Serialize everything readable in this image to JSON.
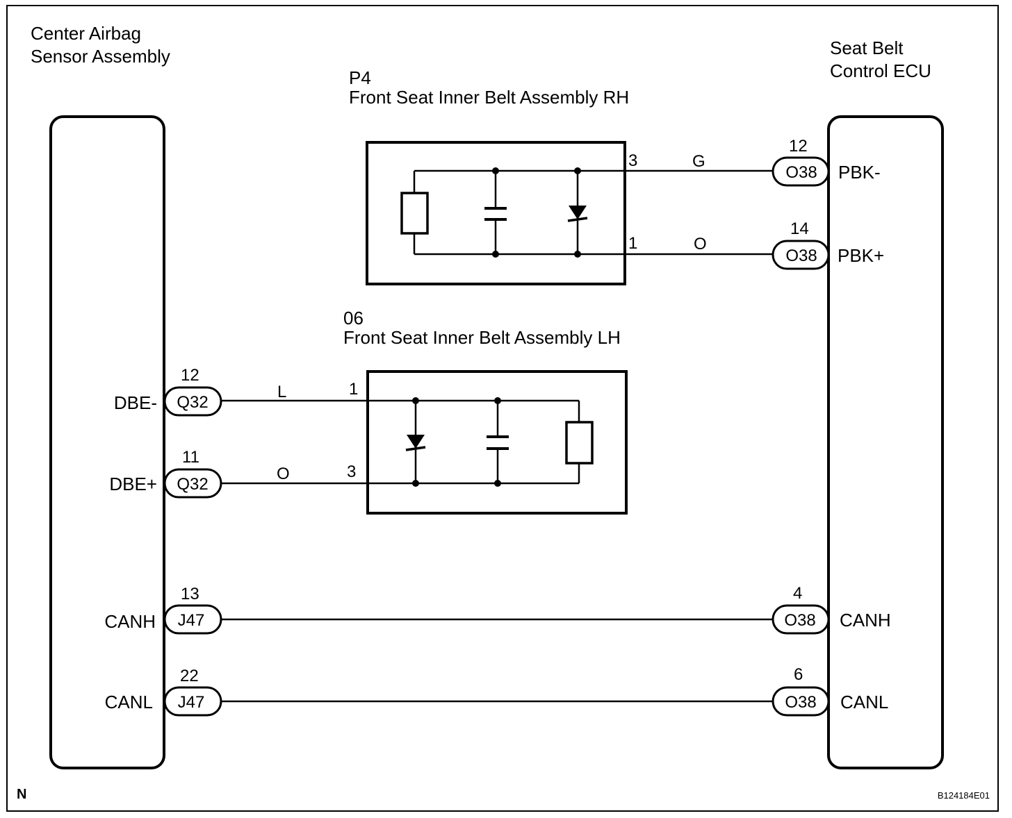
{
  "left_unit": {
    "line1": "Center Airbag",
    "line2": "Sensor Assembly"
  },
  "right_unit": {
    "line1": "Seat Belt",
    "line2": "Control ECU"
  },
  "rh_assembly": {
    "code": "P4",
    "name": "Front Seat Inner Belt Assembly RH"
  },
  "lh_assembly": {
    "code": "06",
    "name": "Front Seat Inner Belt Assembly LH"
  },
  "rh_pins": {
    "top": "3",
    "bottom": "1"
  },
  "lh_pins": {
    "top": "1",
    "bottom": "3"
  },
  "left_connectors": [
    {
      "signal": "DBE-",
      "connector": "Q32",
      "pin": "12"
    },
    {
      "signal": "DBE+",
      "connector": "Q32",
      "pin": "11"
    },
    {
      "signal": "CANH",
      "connector": "J47",
      "pin": "13"
    },
    {
      "signal": "CANL",
      "connector": "J47",
      "pin": "22"
    }
  ],
  "right_connectors": [
    {
      "signal": "PBK-",
      "connector": "O38",
      "pin": "12"
    },
    {
      "signal": "PBK+",
      "connector": "O38",
      "pin": "14"
    },
    {
      "signal": "CANH",
      "connector": "O38",
      "pin": "4"
    },
    {
      "signal": "CANL",
      "connector": "O38",
      "pin": "6"
    }
  ],
  "wire_colors": {
    "pbk_minus": "G",
    "pbk_plus": "O",
    "dbe_minus": "L",
    "dbe_plus": "O"
  },
  "footer": {
    "corner_letter": "N",
    "figure_id": "B124184E01"
  }
}
